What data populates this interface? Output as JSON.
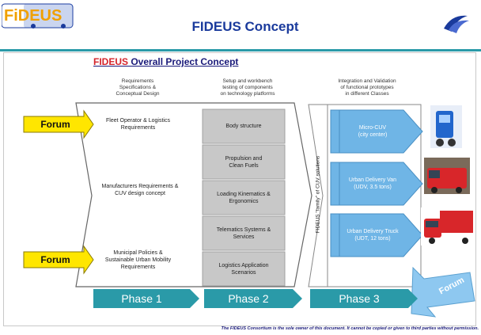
{
  "header": {
    "logo_text": "FiDEUS",
    "title": "FIDEUS Concept"
  },
  "concept": {
    "heading_brand": "FIDEUS",
    "heading_rest": " Overall Project Concept"
  },
  "columns": {
    "col1_header": [
      "Requirements",
      "Specifications &",
      "Conceptual Design"
    ],
    "col2_header": [
      "Setup and workbench",
      "testing of components",
      "on technology platforms"
    ],
    "col3_header": [
      "Integration and Validation",
      "of functional prototypes",
      "in different Classes"
    ]
  },
  "requirements": [
    {
      "label": [
        "Fleet Operator & Logistics",
        "Requirements"
      ]
    },
    {
      "label": [
        "Manufacturers Requirements &",
        "CUV design concept"
      ]
    },
    {
      "label": [
        "Municipal Policies &",
        "Sustainable Urban Mobility",
        "Requirements"
      ]
    }
  ],
  "platforms": [
    {
      "label": [
        "Body structure"
      ]
    },
    {
      "label": [
        "Propulsion and",
        "Clean Fuels"
      ]
    },
    {
      "label": [
        "Loading Kinematics &",
        "Ergonomics"
      ]
    },
    {
      "label": [
        "Telematics Systems &",
        "Services"
      ]
    },
    {
      "label": [
        "Logistics Application",
        "Scenarios"
      ]
    }
  ],
  "family_label": "FIDEUS \"family\" of CUV solutions",
  "prototypes": [
    {
      "label": [
        "Micro-CUV",
        "(city center)"
      ]
    },
    {
      "label": [
        "Urban Delivery Van",
        "(UDV, 3.5 tons)"
      ]
    },
    {
      "label": [
        "Urban Delivery Truck",
        "(UDT, 12 tons)"
      ]
    }
  ],
  "forum_labels": [
    "Forum",
    "Forum",
    "Forum"
  ],
  "phases": [
    "Phase 1",
    "Phase 2",
    "Phase 3"
  ],
  "footer": "The FIDEUS Consortium  is the sole owner of this document. It cannot be copied or given to third parties without permission.",
  "colors": {
    "accent_teal": "#2a9aa8",
    "title_blue": "#1a3a9c",
    "box_yellow": "#e9ef9a",
    "forum_yellow": "#ffe600",
    "arrow_blue": "#6fb5e6",
    "platform_grey": "#c8c8c8"
  }
}
